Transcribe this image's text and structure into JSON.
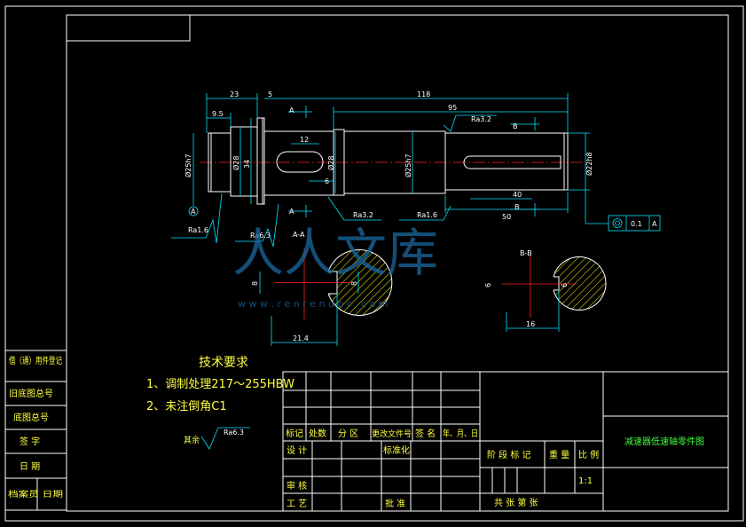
{
  "drawing": {
    "dims": {
      "d23": "23",
      "d5": "5",
      "d118": "118",
      "d95": "95",
      "d9_5": "9.5",
      "d12": "12",
      "d6": "6",
      "d40": "40",
      "d50": "50",
      "dia25h7_left": "Ø25h7",
      "dia28_left": "Ø28",
      "d34": "34",
      "dia28_mid": "Ø28",
      "dia25h7_mid": "Ø25h7",
      "dia22h8": "Ø22h8",
      "sec_aa_h": "8",
      "sec_aa_h2": "8",
      "sec_aa_w": "21.4",
      "sec_bb_h": "6",
      "sec_bb_h2": "6",
      "sec_bb_w": "16"
    },
    "rough": {
      "ra1_6_left": "Ra1.6",
      "ra6_3": "Ra6.3",
      "ra3_2_mid": "Ra3.2",
      "ra1_6_mid": "Ra1.6",
      "ra3_2_top": "Ra3.2",
      "ra6_3_notes": "Ra6.3",
      "remaining": "其余"
    },
    "sections": {
      "a_top": "A",
      "a_bottom": "A",
      "b_top": "B",
      "b_bottom": "B",
      "aa": "A-A",
      "bb": "B-B"
    },
    "datum": "A",
    "tolerance": {
      "value": "0.1",
      "datum": "A"
    }
  },
  "notes": {
    "title": "技术要求",
    "line1": "1、调制处理217～255HBW",
    "line2": "2、未注倒角C1"
  },
  "left_strip": [
    "借（通）用件登记",
    "旧底图总号",
    "底图总号",
    "签  字",
    "日  期",
    "档案员 日期"
  ],
  "title_block": {
    "headers": [
      "标记",
      "处数",
      "分 区",
      "更改文件号",
      "签 名",
      "年、月、日"
    ],
    "design": "设 计",
    "standard": "标准化",
    "check": "审 核",
    "process": "工 艺",
    "approve": "批 准",
    "stage": "阶 段 标 记",
    "weight": "重 量",
    "scale": "比 例",
    "scale_value": "1:1",
    "sheets": "共    张  第    张",
    "drawing_name": "减速器低速轴零件图"
  },
  "watermark": {
    "text": "人人文库",
    "url": "w w w . r e n r e n d o c . c o m"
  }
}
